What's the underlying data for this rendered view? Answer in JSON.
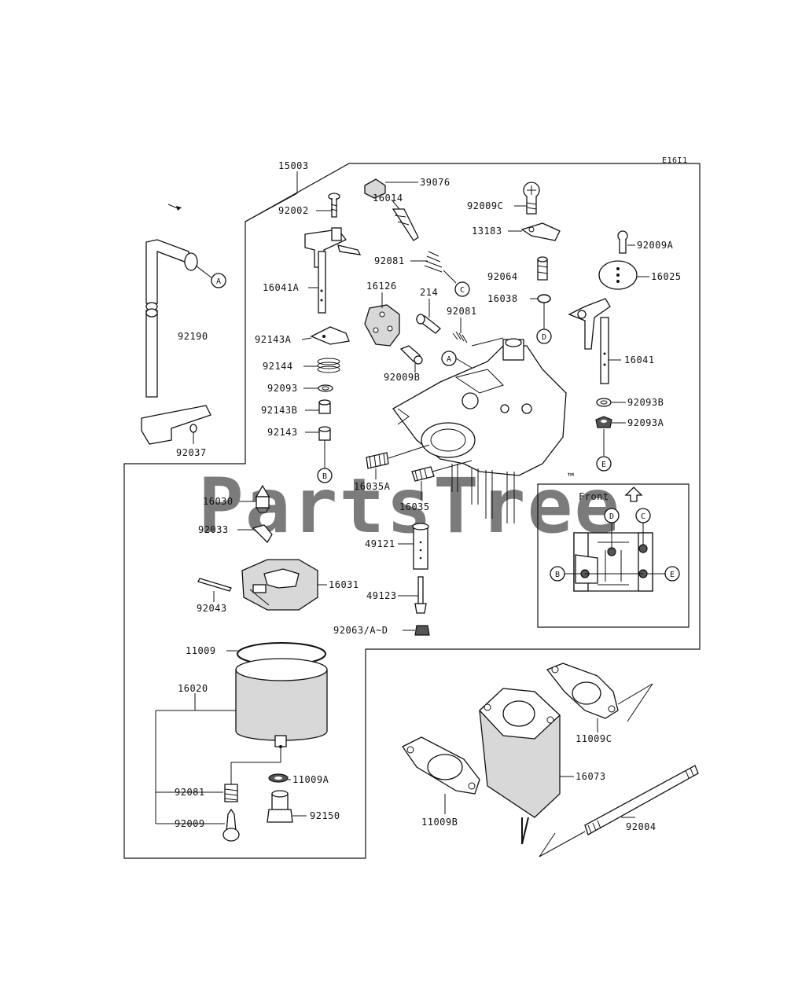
{
  "diagram": {
    "code": "E16I1",
    "watermark": "PartsTree",
    "trademark": "™",
    "inset": {
      "title": "Front"
    },
    "callouts": [
      "A",
      "B",
      "C",
      "D",
      "E"
    ],
    "labels": {
      "p15003": "15003",
      "p39076": "39076",
      "p16014": "16014",
      "p92002": "92002",
      "p92009C": "92009C",
      "p13183": "13183",
      "p92009A": "92009A",
      "p92081a": "92081",
      "p92064": "92064",
      "p16025": "16025",
      "p16041A": "16041A",
      "p16126": "16126",
      "p16038": "16038",
      "p214": "214",
      "p92081b": "92081",
      "p92190": "92190",
      "p92143A": "92143A",
      "p16041": "16041",
      "p92144": "92144",
      "p92009B": "92009B",
      "p92093": "92093",
      "p92093B": "92093B",
      "p92143B": "92143B",
      "p92093A": "92093A",
      "p92143": "92143",
      "p92037": "92037",
      "p16035A": "16035A",
      "p16030": "16030",
      "p16035": "16035",
      "p92033": "92033",
      "p49121": "49121",
      "p16031": "16031",
      "p92043": "92043",
      "p49123": "49123",
      "p92063": "92063/A~D",
      "p11009": "11009",
      "p16020": "16020",
      "p11009C": "11009C",
      "p16073": "16073",
      "p11009A": "11009A",
      "p92081c": "92081",
      "p92150": "92150",
      "p92009": "92009",
      "p11009B": "11009B",
      "p92004": "92004"
    }
  }
}
